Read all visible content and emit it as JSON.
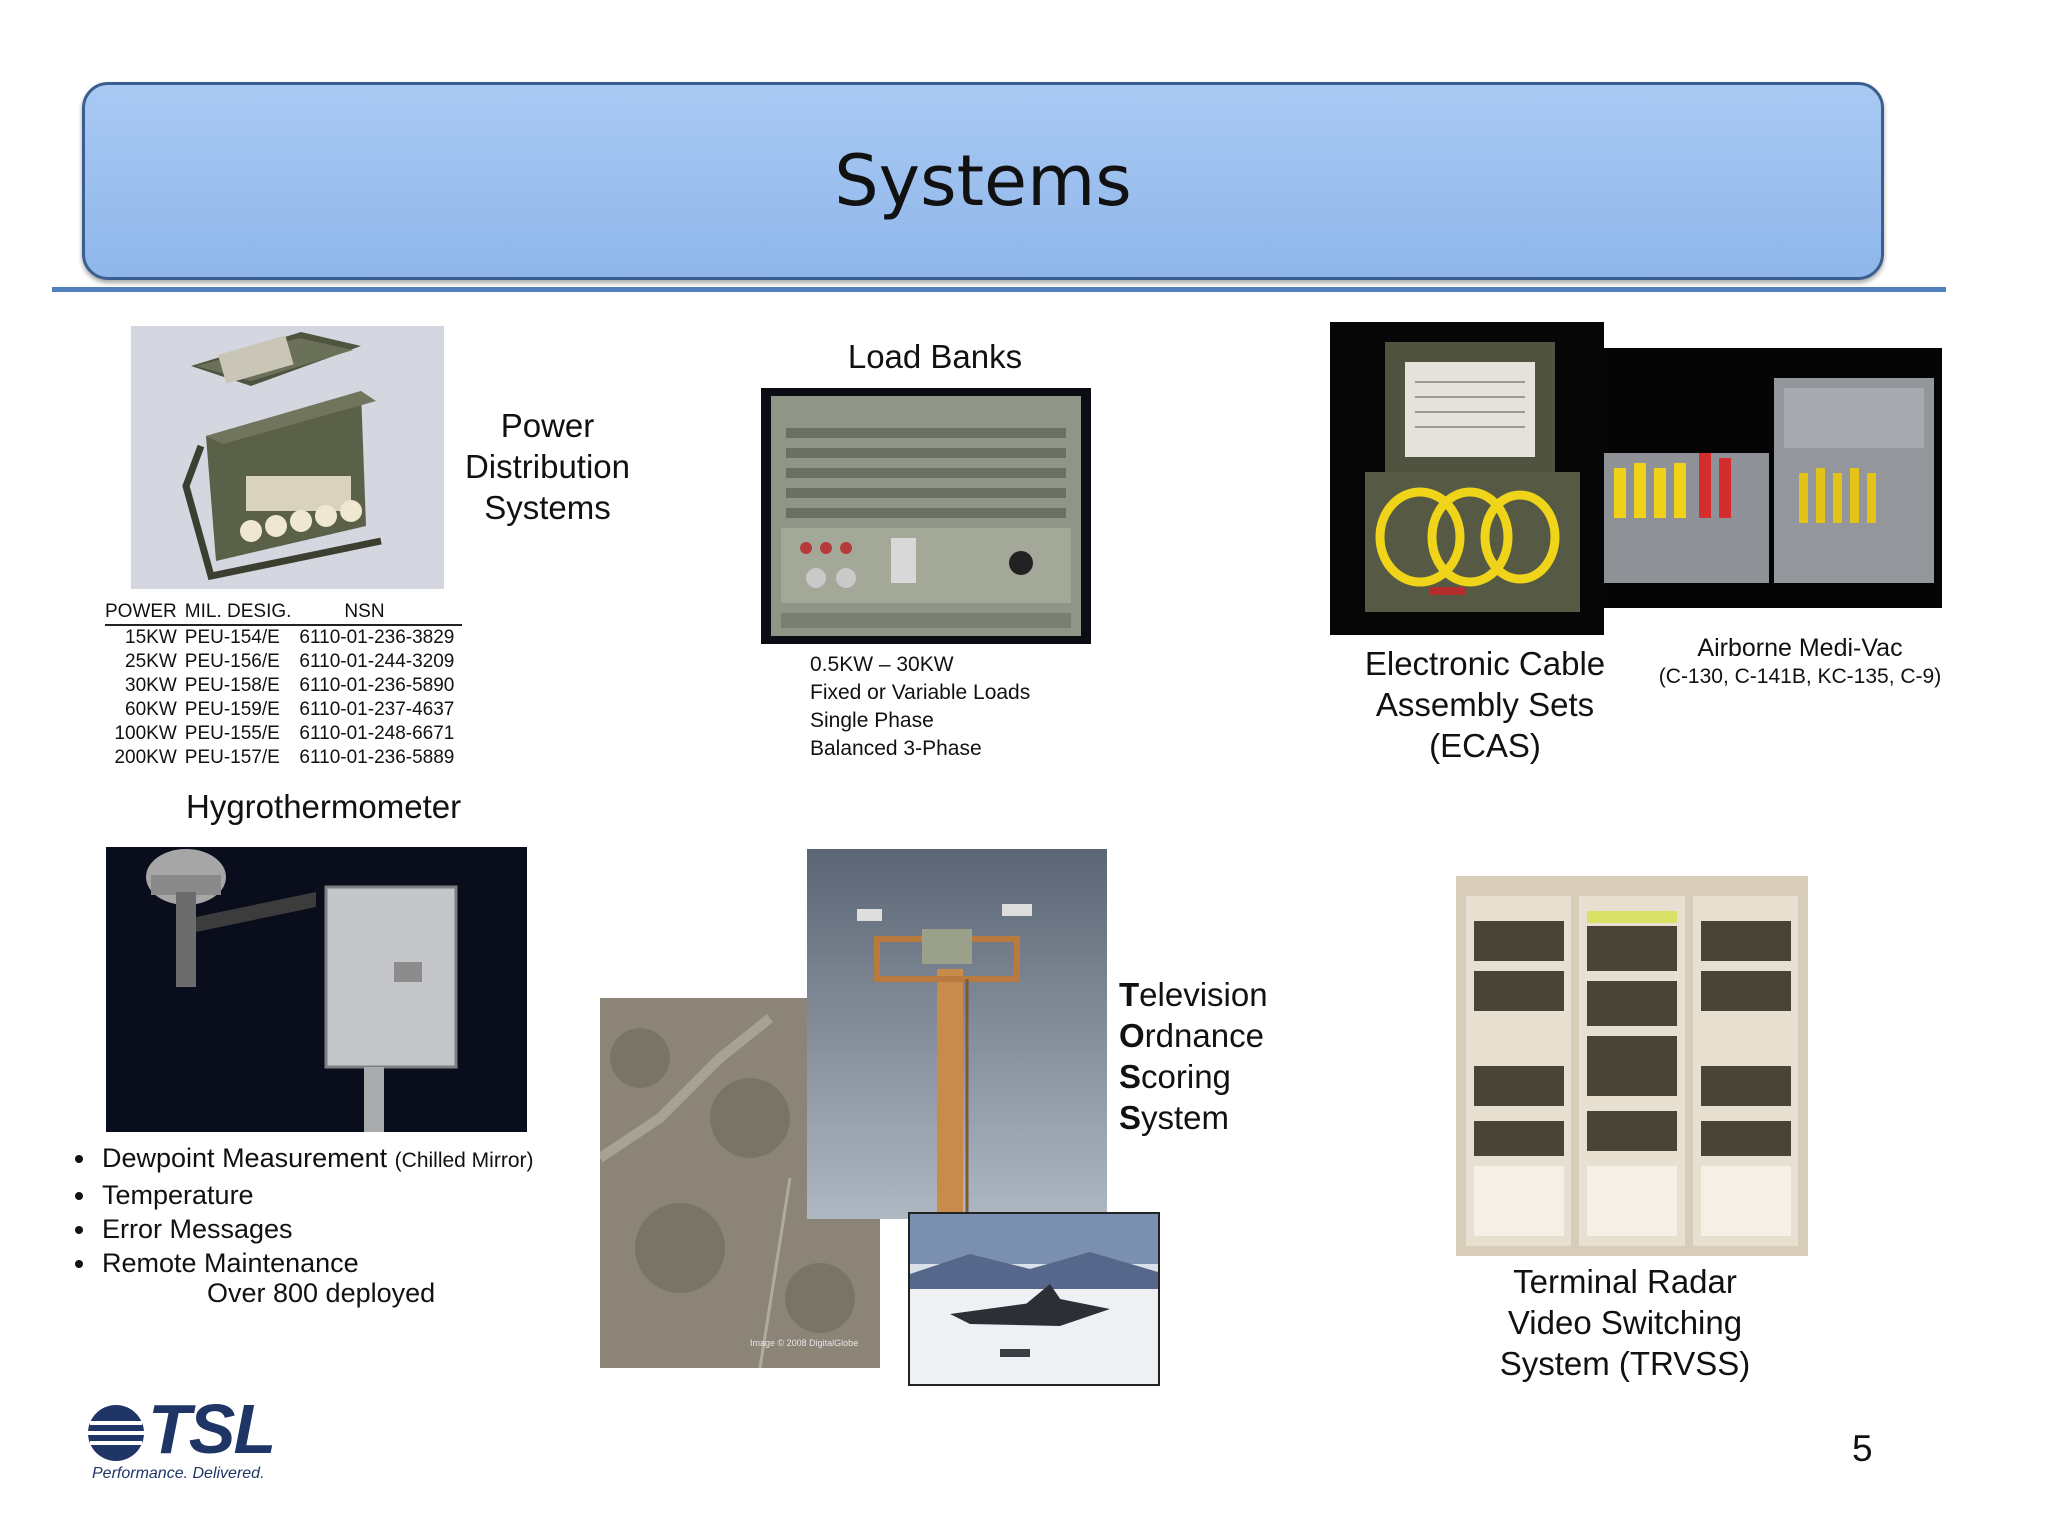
{
  "slide": {
    "title": "Systems",
    "page_number": "5",
    "accent_color": "#8fb6ea",
    "rule_color": "#4f7fbd"
  },
  "power_distribution": {
    "title_lines": [
      "Power",
      "Distribution",
      "Systems"
    ],
    "table": {
      "headers": [
        "POWER",
        "MIL. DESIG.",
        "NSN"
      ],
      "rows": [
        [
          "15KW",
          "PEU-154/E",
          "6110-01-236-3829"
        ],
        [
          "25KW",
          "PEU-156/E",
          "6110-01-244-3209"
        ],
        [
          "30KW",
          "PEU-158/E",
          "6110-01-236-5890"
        ],
        [
          "60KW",
          "PEU-159/E",
          "6110-01-237-4637"
        ],
        [
          "100KW",
          "PEU-155/E",
          "6110-01-248-6671"
        ],
        [
          "200KW",
          "PEU-157/E",
          "6110-01-236-5889"
        ]
      ]
    }
  },
  "load_banks": {
    "title": "Load Banks",
    "specs": [
      "0.5KW – 30KW",
      "Fixed or Variable Loads",
      "Single Phase",
      "Balanced 3-Phase"
    ]
  },
  "ecas": {
    "title_lines": [
      "Electronic Cable",
      "Assembly Sets",
      "(ECAS)"
    ]
  },
  "medivac": {
    "title": "Airborne Medi-Vac",
    "subtitle": "(C-130, C-141B, KC-135, C-9)"
  },
  "hygro": {
    "title": "Hygrothermometer",
    "bullets": [
      {
        "text": "Dewpoint Measurement",
        "note": "(Chilled Mirror)"
      },
      {
        "text": "Temperature",
        "note": ""
      },
      {
        "text": "Error Messages",
        "note": ""
      },
      {
        "text": "Remote Maintenance",
        "note": ""
      }
    ],
    "footer": "Over 800 deployed"
  },
  "toss": {
    "lines": [
      {
        "initial": "T",
        "rest": "elevision"
      },
      {
        "initial": "O",
        "rest": "rdnance"
      },
      {
        "initial": "S",
        "rest": "coring"
      },
      {
        "initial": "S",
        "rest": "ystem"
      }
    ],
    "image_credit": "Image © 2008 DigitalGlobe"
  },
  "trvss": {
    "title_lines": [
      "Terminal Radar",
      "Video Switching",
      "System (TRVSS)"
    ]
  },
  "logo": {
    "text": "TSL",
    "tagline": "Performance. Delivered.",
    "color": "#1f3566"
  }
}
